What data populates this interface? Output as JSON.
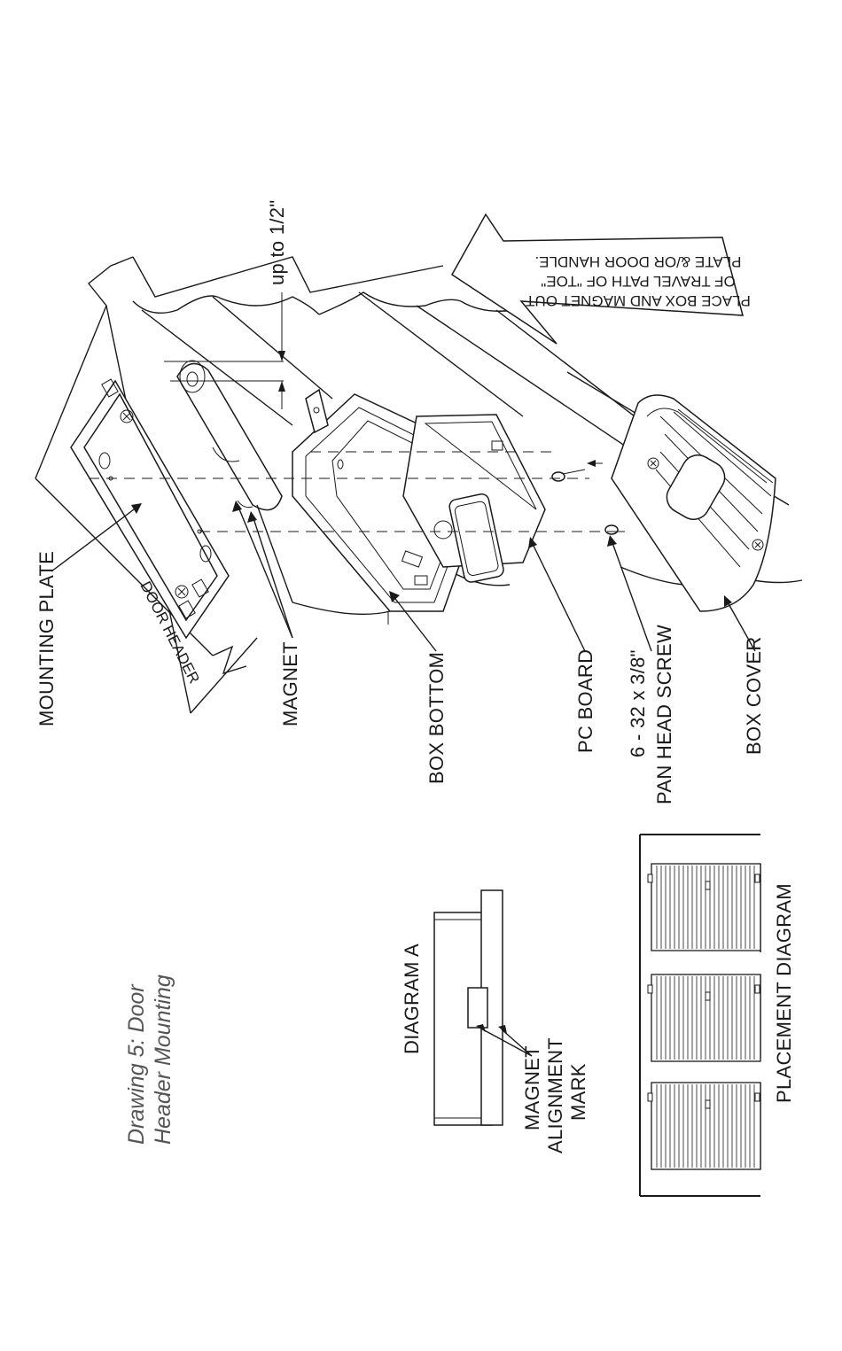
{
  "drawing_title": {
    "line1": "Drawing 5:  Door",
    "line2": "Header Mounting"
  },
  "labels": {
    "mounting_plate": "MOUNTING PLATE",
    "door_header": "DOOR HEADER",
    "magnet": "MAGNET",
    "box_bottom": "BOX BOTTOM",
    "pc_board": "PC BOARD",
    "screw_line1": "6 - 32 x 3/8\"",
    "screw_line2": "PAN HEAD SCREW",
    "box_cover": "BOX COVER",
    "gap": "up to 1/2\""
  },
  "callout_arrow": {
    "line1": "PLACE BOX AND MAGNET OUT",
    "line2": "OF TRAVEL PATH OF \"TOE\"",
    "line3": "PLATE &/OR DOOR HANDLE."
  },
  "diagram_a": {
    "title": "DIAGRAM A",
    "mark_line1": "MAGNET",
    "mark_line2": "ALIGNMENT",
    "mark_line3": "MARK"
  },
  "placement_diagram": {
    "title": "PLACEMENT DIAGRAM"
  }
}
